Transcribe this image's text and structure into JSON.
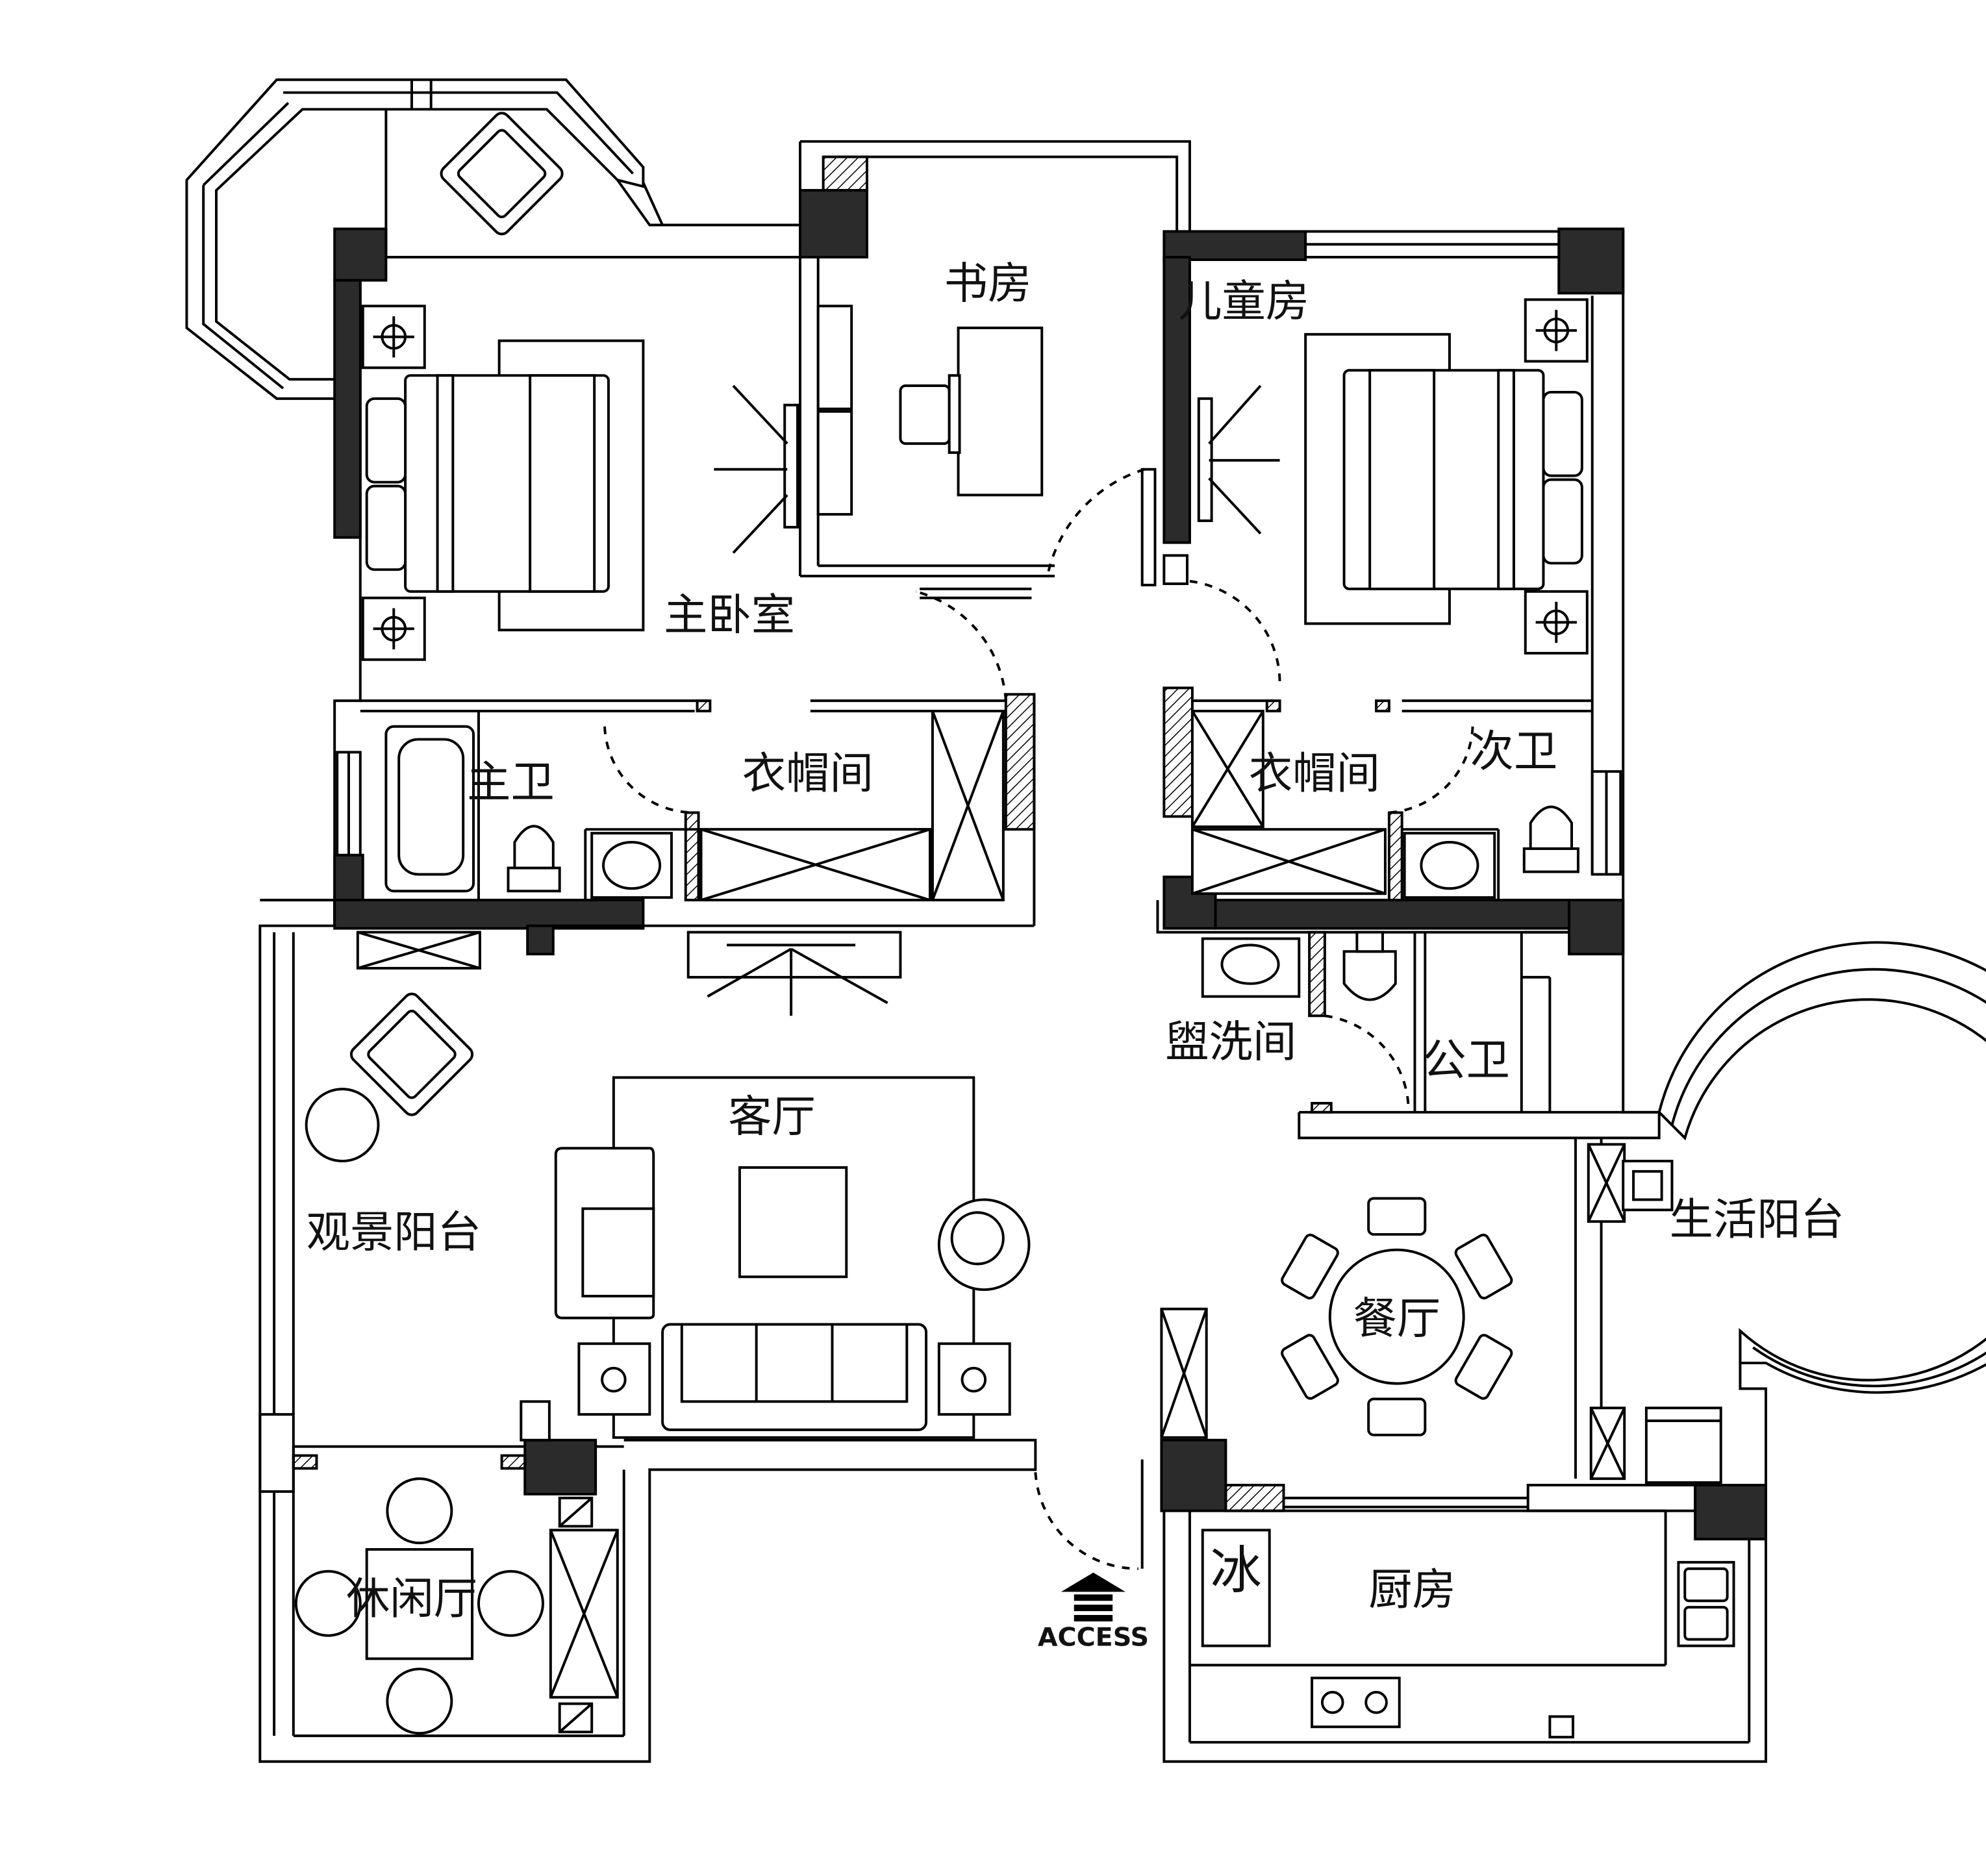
{
  "rooms": {
    "master_bedroom": "主卧室",
    "study": "书房",
    "kids_room": "儿童房",
    "master_bath": "主卫",
    "closet_left": "衣帽间",
    "closet_right": "衣帽间",
    "second_bath": "次卫",
    "washroom": "盥洗间",
    "public_bath": "公卫",
    "living_room": "客厅",
    "view_balcony": "观景阳台",
    "dining_room": "餐厅",
    "utility_balcony": "生活阳台",
    "lounge": "休闲厅",
    "kitchen": "厨房"
  },
  "fridge_label": "冰",
  "entrance": {
    "label": "ACCESS",
    "icon": "entrance-arrow-icon"
  },
  "colors": {
    "wall_fill": "#2b2b2b",
    "line": "#000000",
    "background": "#ffffff"
  }
}
